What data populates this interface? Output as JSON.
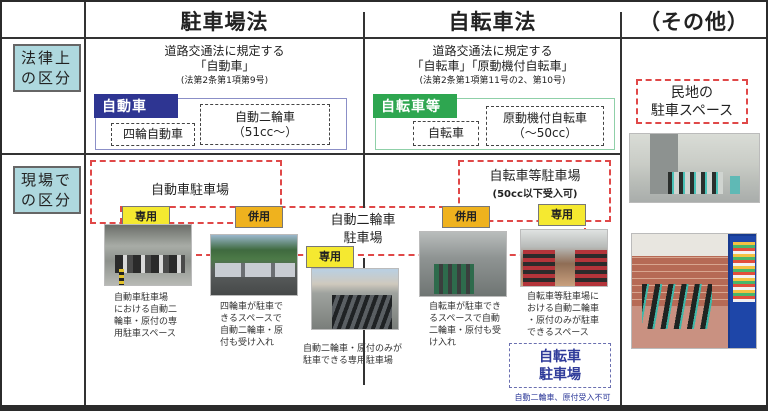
{
  "columns": {
    "parking_law": "駐車場法",
    "bicycle_law": "自転車法",
    "other": "（その他）"
  },
  "rows": {
    "legal": {
      "line1": "法律上",
      "line2": "の区分"
    },
    "field": {
      "line1": "現場で",
      "line2": "の区分"
    }
  },
  "legal": {
    "parking_law": {
      "line1": "道路交通法に規定する",
      "line2": "「自動車」",
      "ref": "(法第2条第1項第9号)",
      "tag": "自動車",
      "tag_color": "#2e3592",
      "border_color": "#8b8fc7",
      "items": [
        {
          "line1": "四輪自動車",
          "line2": ""
        },
        {
          "line1": "自動二輪車",
          "line2": "（51cc～）"
        }
      ]
    },
    "bicycle_law": {
      "line1": "道路交通法に規定する",
      "line2": "「自転車」「原動機付自転車」",
      "ref": "(法第2条第1項第11号の2、第10号)",
      "tag": "自転車等",
      "tag_color": "#2ea650",
      "border_color": "#8fd0a8",
      "items": [
        {
          "line1": "自転車",
          "line2": ""
        },
        {
          "line1": "原動機付自転車",
          "line2": "（～50cc）"
        }
      ]
    }
  },
  "field": {
    "car_parking": {
      "label": "自動車駐車場"
    },
    "moto_parking": {
      "line1": "自動二輪車",
      "line2": "駐車場"
    },
    "bicycle_parking": {
      "line1": "自転車等駐車場",
      "line2": "(50cc以下受入可)"
    },
    "badges": {
      "exclusive": "専用",
      "shared": "併用",
      "exclusive_color": "#f5e930",
      "shared_color": "#efb21e"
    },
    "captions": {
      "car_exclusive": [
        "自動車駐車場",
        "における自動二",
        "輪車・原付の専",
        "用駐車スペース"
      ],
      "car_shared": [
        "四輪車が駐車で",
        "きるスペースで",
        "自動二輪車・原",
        "付も受け入れ"
      ],
      "moto_exclusive": [
        "自動二輪車・原付のみが",
        "駐車できる専用駐車場"
      ],
      "bike_shared": [
        "自転車が駐車でき",
        "るスペースで自動",
        "二輪車・原付も受",
        "け入れ"
      ],
      "bike_exclusive": [
        "自転車等駐車場に",
        "おける自動二輪車",
        "・原付のみが駐車",
        "できるスペース"
      ]
    },
    "bicycle_only": {
      "line1": "自転車",
      "line2": "駐車場",
      "note": "自動二輪車、原付受入不可",
      "color": "#2f3b9a"
    }
  },
  "other": {
    "label_line1": "民地の",
    "label_line2": "駐車スペース"
  },
  "colors": {
    "row_label_bg": "#aed8de",
    "red_dash": "#e04848"
  }
}
